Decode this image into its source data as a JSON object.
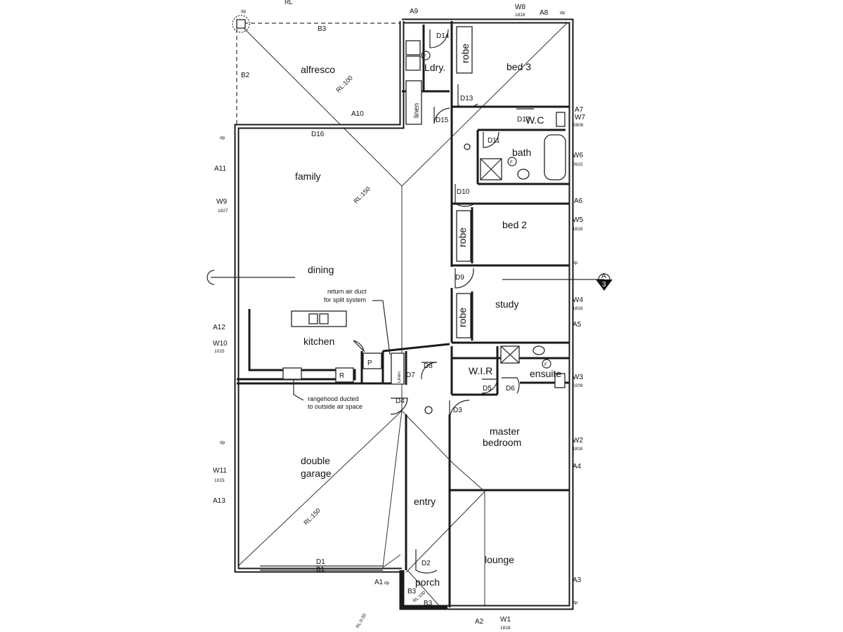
{
  "rooms": {
    "alfresco": "alfresco",
    "laundry": "Ldry.",
    "linen_laundry": "linen",
    "robe_bed3": "robe",
    "bed3": "bed 3",
    "wc": "W.C",
    "bath": "bath",
    "family": "family",
    "bed2": "bed 2",
    "robe_bed2": "robe",
    "dining": "dining",
    "study": "study",
    "robe_study": "robe",
    "kitchen": "kitchen",
    "pantry": "P",
    "fridge": "R",
    "linen_hall": "Linen",
    "wir": "W.I.R",
    "ensuite": "ensuite",
    "garage_line1": "double",
    "garage_line2": "garage",
    "master_line1": "master",
    "master_line2": "bedroom",
    "entry": "entry",
    "lounge": "lounge",
    "porch": "porch"
  },
  "levels": {
    "alfresco": "RL:100",
    "family": "RL:150",
    "garage": "RL:150",
    "porch": "RL:100",
    "ground": "RL:0.00"
  },
  "notes": {
    "return_air_1": "return air duct",
    "return_air_2": "for split system",
    "rangehood_1": "rangehood ducted",
    "rangehood_2": "to outside air space"
  },
  "doors": [
    "D1",
    "D2",
    "D3",
    "D4",
    "D5",
    "D6",
    "D7",
    "D8",
    "D9",
    "D10",
    "D11",
    "D13",
    "D14",
    "D15",
    "D16",
    "D17"
  ],
  "windows": {
    "W1": {
      "label": "W1",
      "size": "1818"
    },
    "W2": {
      "label": "W2",
      "size": "1818"
    },
    "W3": {
      "label": "W3",
      "size": "0209"
    },
    "W4": {
      "label": "W4",
      "size": "1818"
    },
    "W5": {
      "label": "W5",
      "size": "1818"
    },
    "W6": {
      "label": "W6",
      "size": "0915"
    },
    "W7": {
      "label": "W7",
      "size": "0906"
    },
    "W8": {
      "label": "W8",
      "size": "1818"
    },
    "W9": {
      "label": "W9",
      "size": "1827"
    },
    "W10": {
      "label": "W10",
      "size": "1015"
    },
    "W11": {
      "label": "W11",
      "size": "1015"
    }
  },
  "articulation": [
    "A1",
    "A2",
    "A3",
    "A4",
    "A5",
    "A6",
    "A7",
    "A8",
    "A9",
    "A10",
    "A11",
    "A12",
    "A13"
  ],
  "beams": [
    "B1",
    "B2",
    "B3",
    "B3",
    "B3"
  ],
  "downpipe": "dp",
  "fan_symbol": "F",
  "section_marker": {
    "letter": "A",
    "number": "3"
  },
  "top_cut_label": "RL"
}
